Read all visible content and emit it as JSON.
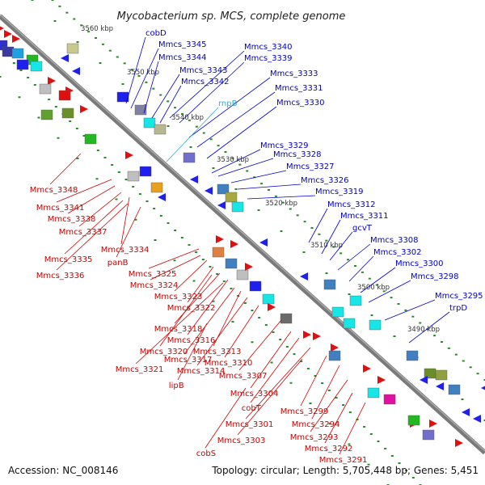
{
  "title": "Mycobacterium sp. MCS, complete genome",
  "footer": {
    "accession": "Accession: NC_008146",
    "summary": "Topology: circular; Length: 5,705,448 bp; Genes: 5,451"
  },
  "colors": {
    "upper_label": "#0000cc",
    "lower_label": "#cc0000",
    "rna_label": "#33aadd",
    "backbone": "#7a7a7a",
    "tick_dot": "#2a8a2a"
  },
  "kbp_ticks": [
    "3560 kbp",
    "3550 kbp",
    "3540 kbp",
    "3530 kbp",
    "3520 kbp",
    "3510 kbp",
    "3500 kbp",
    "3490 kbp"
  ],
  "upper_labels": [
    "cobD",
    "Mmcs_3345",
    "Mmcs_3344",
    "Mmcs_3343",
    "Mmcs_3342",
    "Mmcs_3340",
    "Mmcs_3339",
    "Mmcs_3333",
    "Mmcs_3331",
    "Mmcs_3330",
    "rnpB",
    "Mmcs_3329",
    "Mmcs_3328",
    "Mmcs_3327",
    "Mmcs_3326",
    "Mmcs_3319",
    "Mmcs_3312",
    "Mmcs_3311",
    "gcvT",
    "Mmcs_3308",
    "Mmcs_3302",
    "Mmcs_3300",
    "Mmcs_3298",
    "Mmcs_3295",
    "trpD"
  ],
  "lower_labels": [
    "Mmcs_3348",
    "Mmcs_3341",
    "Mmcs_3338",
    "Mmcs_3337",
    "Mmcs_3334",
    "Mmcs_3335",
    "Mmcs_3336",
    "panB",
    "Mmcs_3325",
    "Mmcs_3324",
    "Mmcs_3323",
    "Mmcs_3322",
    "Mmcs_3318",
    "Mmcs_3316",
    "Mmcs_3320",
    "Mmcs_3317",
    "Mmcs_3313",
    "Mmcs_3321",
    "Mmcs_3314",
    "Mmcs_3310",
    "lipB",
    "Mmcs_3307",
    "Mmcs_3304",
    "cobT",
    "Mmcs_3299",
    "Mmcs_3301",
    "Mmcs_3294",
    "Mmcs_3303",
    "Mmcs_3293",
    "cobS",
    "Mmcs_3292",
    "Mmcs_3291"
  ]
}
